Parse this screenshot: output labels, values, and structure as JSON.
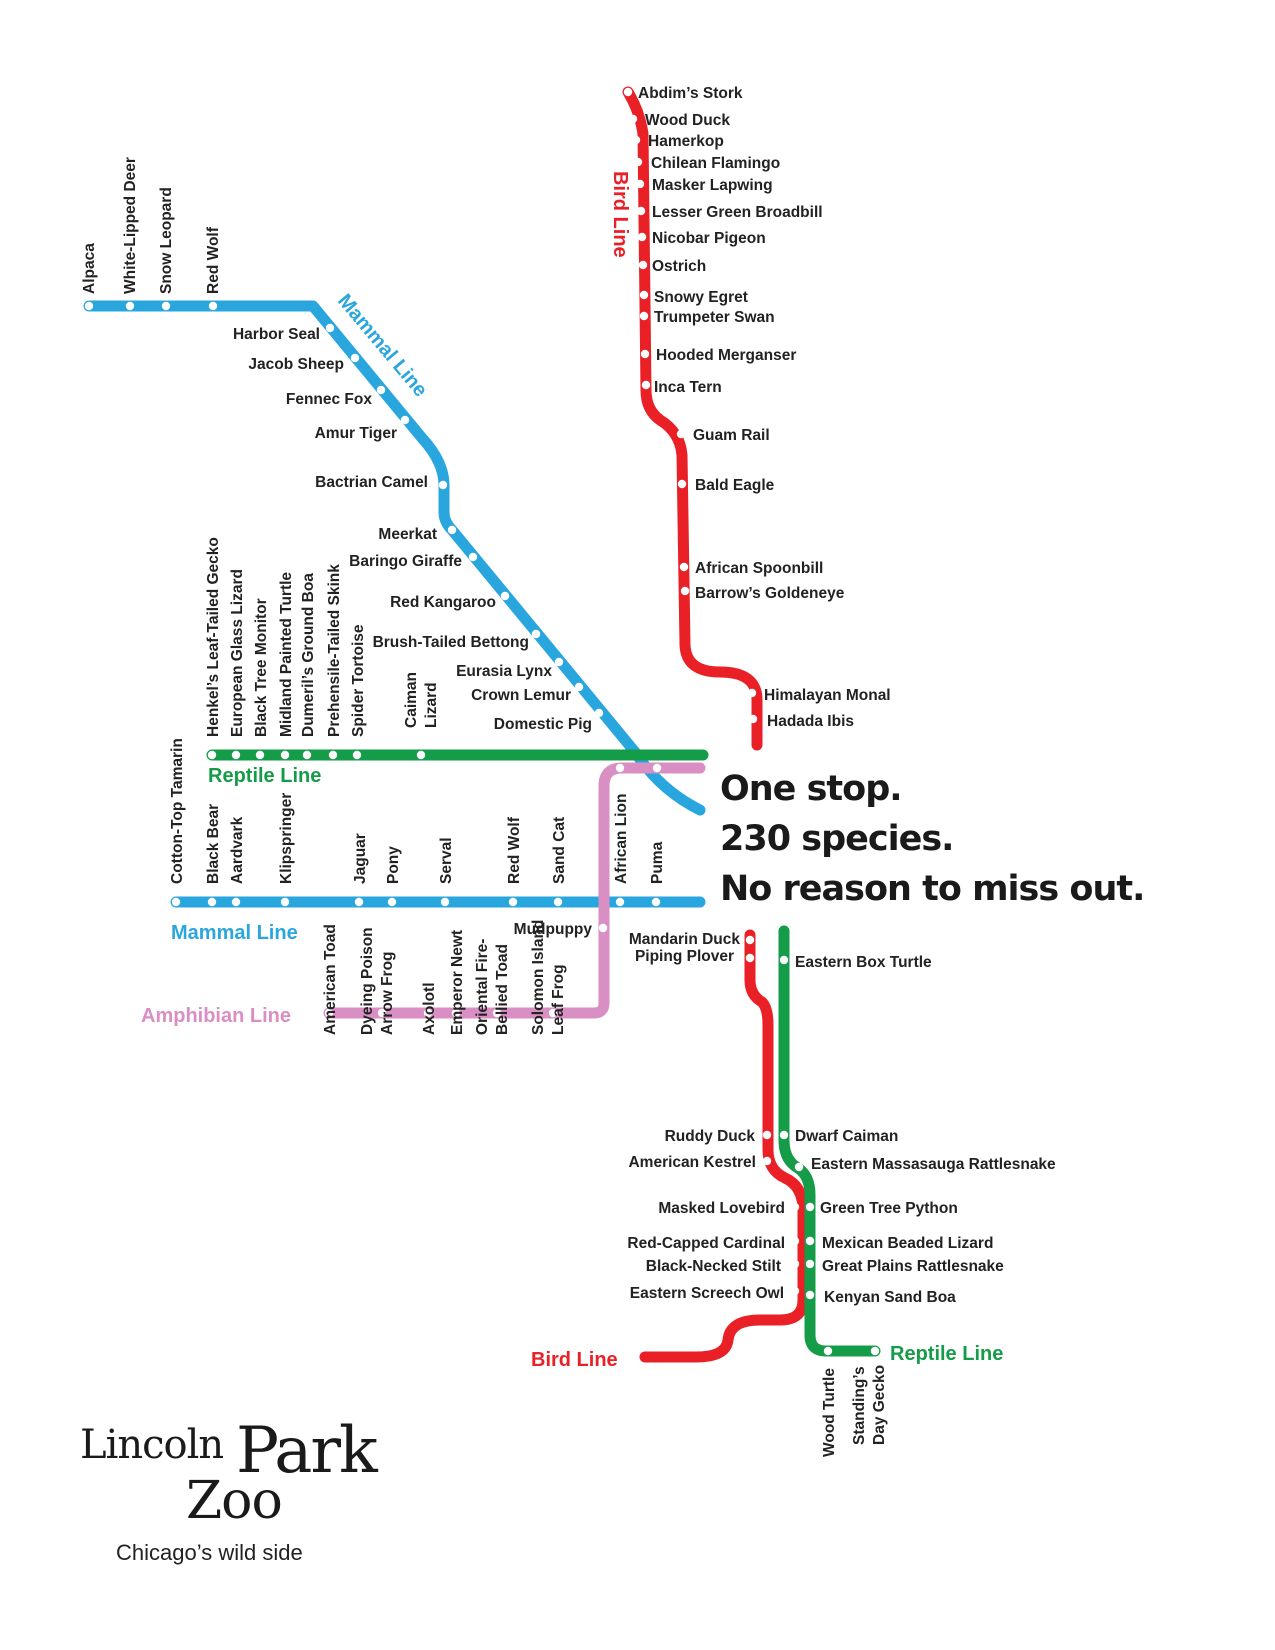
{
  "colors": {
    "mammal": "#2aa6df",
    "bird": "#ea2027",
    "reptile": "#159c48",
    "amphibian": "#d98fc3"
  },
  "lines": {
    "mammal_top_label": "Mammal Line",
    "mammal_bottom_label": "Mammal Line",
    "bird_top_label": "Bird Line",
    "bird_bottom_label": "Bird Line",
    "reptile_top_label": "Reptile Line",
    "reptile_bottom_label": "Reptile Line",
    "amphibian_label": "Amphibian Line"
  },
  "stations": {
    "mammal_top_vertical": [
      "Alpaca",
      "White-Lipped Deer",
      "Snow Leopard",
      "Red Wolf"
    ],
    "mammal_diagonal": [
      "Harbor Seal",
      "Jacob Sheep",
      "Fennec Fox",
      "Amur Tiger",
      "Bactrian Camel",
      "Meerkat",
      "Baringo Giraffe",
      "Red Kangaroo",
      "Brush-Tailed Bettong",
      "Eurasia Lynx",
      "Crown Lemur",
      "Domestic Pig"
    ],
    "bird_top": [
      "Abdim’s Stork",
      "Wood Duck",
      "Hamerkop",
      "Chilean Flamingo",
      "Masker Lapwing",
      "Lesser Green Broadbill",
      "Nicobar Pigeon",
      "Ostrich",
      "Snowy Egret",
      "Trumpeter Swan",
      "Hooded Merganser",
      "Inca Tern",
      "Guam Rail",
      "Bald Eagle",
      "African Spoonbill",
      "Barrow’s Goldeneye",
      "Himalayan Monal",
      "Hadada Ibis"
    ],
    "reptile_top_vertical": [
      "Henkel’s Leaf-Tailed Gecko",
      "European Glass Lizard",
      "Black Tree Monitor",
      "Midland Painted Turtle",
      "Dumeril’s Ground Boa",
      "Prehensile-Tailed Skink",
      "Spider Tortoise",
      "Caiman",
      "Lizard"
    ],
    "mammal_bottom_vertical": [
      "Cotton-Top Tamarin",
      "Black Bear",
      "Aardvark",
      "Klipspringer",
      "Jaguar",
      "Pony",
      "Serval",
      "Red Wolf",
      "Sand Cat",
      "African Lion",
      "Puma"
    ],
    "amphibian_side": "Mudpuppy",
    "amphibian_vertical": [
      [
        "American Toad"
      ],
      [
        "Dyeing Poison",
        "Arrow Frog"
      ],
      [
        "Axolotl"
      ],
      [
        "Emperor Newt"
      ],
      [
        "Oriental Fire-",
        "Bellied Toad"
      ],
      [
        "Solomon Island",
        "Leaf Frog"
      ]
    ],
    "bird_bottom": [
      "Mandarin Duck",
      "Piping Plover",
      "Ruddy Duck",
      "American Kestrel",
      "Masked Lovebird",
      "Red-Capped Cardinal",
      "Black-Necked Stilt",
      "Eastern Screech Owl"
    ],
    "reptile_bottom": [
      "Eastern Box Turtle",
      "Dwarf Caiman",
      "Eastern Massasauga Rattlesnake",
      "Green Tree Python",
      "Mexican Beaded Lizard",
      "Great Plains Rattlesnake",
      "Kenyan Sand Boa"
    ],
    "reptile_bottom_vertical": [
      [
        "Wood Turtle"
      ],
      [
        "Standing’s",
        "Day Gecko"
      ]
    ]
  },
  "tagline": [
    "One stop.",
    "230 species.",
    "No reason to miss out."
  ],
  "logo": {
    "word1": "Lincoln",
    "word2": "Park",
    "word3": "Zoo",
    "subtitle": "Chicago’s wild side"
  }
}
